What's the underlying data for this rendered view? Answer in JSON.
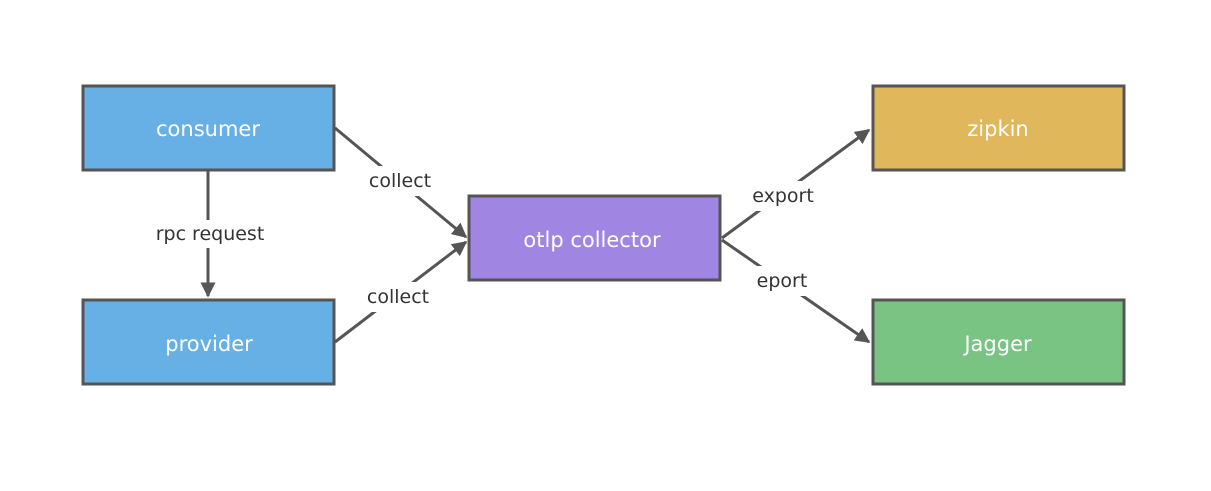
{
  "diagram": {
    "nodes": [
      {
        "id": "consumer",
        "label": "consumer",
        "color": "#67B0E6"
      },
      {
        "id": "provider",
        "label": "provider",
        "color": "#67B0E6"
      },
      {
        "id": "collector",
        "label": "otlp collector",
        "color": "#A085E3"
      },
      {
        "id": "zipkin",
        "label": "zipkin",
        "color": "#E0B85B"
      },
      {
        "id": "jagger",
        "label": "Jagger",
        "color": "#79C383"
      }
    ],
    "edges": [
      {
        "from": "consumer",
        "to": "provider",
        "label": "rpc request"
      },
      {
        "from": "consumer",
        "to": "collector",
        "label": "collect"
      },
      {
        "from": "provider",
        "to": "collector",
        "label": "collect"
      },
      {
        "from": "collector",
        "to": "zipkin",
        "label": "export"
      },
      {
        "from": "collector",
        "to": "jagger",
        "label": "eport"
      }
    ],
    "line_color": "#555555"
  }
}
